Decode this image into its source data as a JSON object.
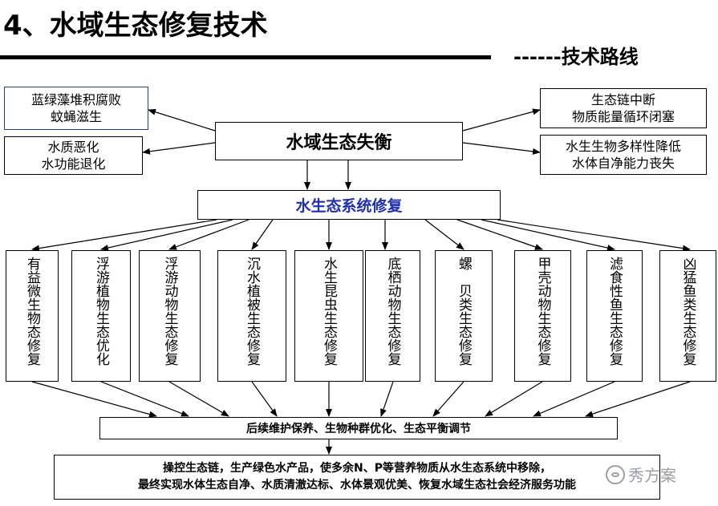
{
  "header": {
    "title": "4、水域生态修复技术",
    "subtitle": "------技术路线"
  },
  "center_node": "水域生态失衡",
  "left_effects": [
    {
      "line1": "蓝绿藻堆积腐败",
      "line2": "蚊蝇滋生"
    },
    {
      "line1": "水质恶化",
      "line2": "水功能退化"
    }
  ],
  "right_effects": [
    {
      "line1": "生态链中断",
      "line2": "物质能量循环闭塞"
    },
    {
      "line1": "水生生物多样性降低",
      "line2": "水体自净能力丧失"
    }
  ],
  "restore_node": "水生态系统修复",
  "measures": [
    "有益微生物态修复",
    "浮游植物生态优化",
    "浮游动物生态修复",
    "沉水植被生态修复",
    "水生昆虫生态修复",
    "底栖动物生态修复",
    "螺　贝类生态修复",
    "甲壳动物生态修复",
    "滤食性鱼生态修复",
    "凶猛鱼类生态修复"
  ],
  "maintenance_node": "后续维护保养、生物种群优化、生态平衡调节",
  "final_node": {
    "line1": "操控生态链，生产绿色水产品，使多余N、P等营养物质从水生态系统中移除，",
    "line2": "最终实现水体生态自净、水质清澈达标、水体景观优美、恢复水域生态社会经济服务功能"
  },
  "watermark": "秀方案",
  "colors": {
    "restore_text": "#1f2fb5",
    "watermark": "#9aa0a6"
  }
}
